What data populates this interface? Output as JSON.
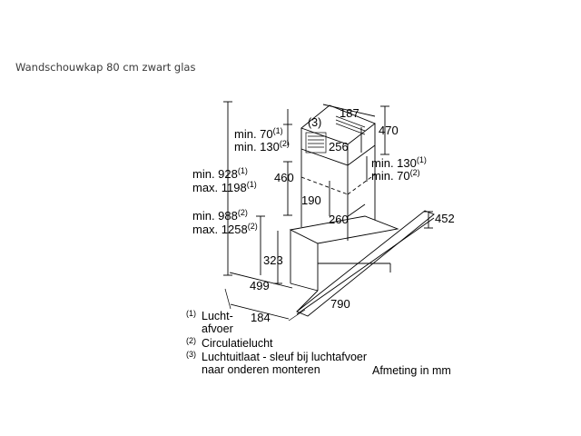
{
  "title": "Wandschouwkap 80 cm zwart glas",
  "dimensions": {
    "d187": "187",
    "d470": "470",
    "d256": "256",
    "d460": "460",
    "d190": "190",
    "d260": "260",
    "d452": "452",
    "d323": "323",
    "d499": "499",
    "d790": "790",
    "d184": "184",
    "callout3": "(3)"
  },
  "notes": {
    "min70_a": "min. 70",
    "sup_1": "(1)",
    "min130_a": "min. 130",
    "sup_2": "(2)",
    "min130_b": "min. 130",
    "min70_b": "min. 70",
    "min928": "min. 928",
    "max1198": "max. 1198",
    "min988": "min. 988",
    "max1258": "max. 1258"
  },
  "legend": {
    "n1": "(1)",
    "t1a": "Lucht-",
    "t1b": "afvoer",
    "n2": "(2)",
    "t2": "Circulatielucht",
    "n3": "(3)",
    "t3a": "Luchtuitlaat - sleuf bij luchtafvoer",
    "t3b": "naar onderen monteren"
  },
  "unit_note": "Afmeting in mm"
}
